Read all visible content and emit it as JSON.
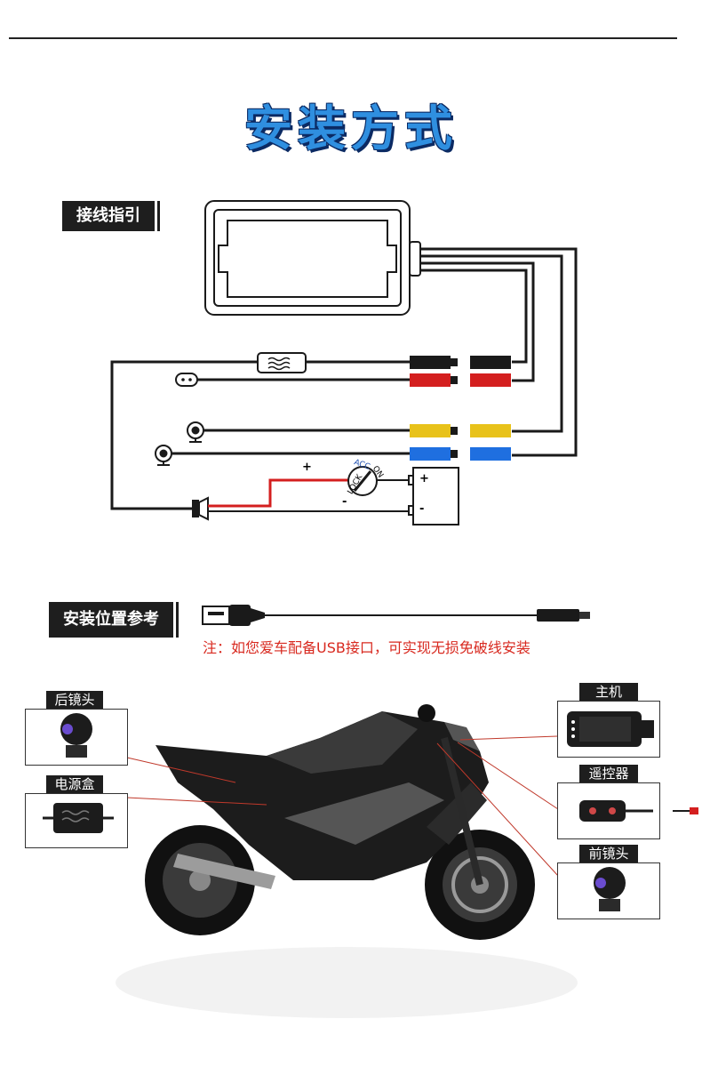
{
  "page_title": "安装方式",
  "wiring": {
    "tag": "接线指引",
    "battery_plus": "+",
    "battery_minus": "-",
    "wire_plus": "+",
    "wire_minus": "-",
    "ignition_labels": [
      "ACC",
      "ON",
      "LOCK"
    ]
  },
  "install": {
    "tag": "安装位置参考",
    "note": "注：如您爱车配备USB接口，可实现无损免破线安装"
  },
  "parts": {
    "rear_camera": "后镜头",
    "power_box": "电源盒",
    "main_unit": "主机",
    "remote": "遥控器",
    "front_camera": "前镜头"
  },
  "colors": {
    "title_fill": "#2f8fe0",
    "title_outline": "#0b2a63",
    "wire_black": "#1a1a1a",
    "wire_red": "#d41f1f",
    "wire_yellow": "#e8c21a",
    "wire_blue": "#1f6fe0",
    "note_red": "#d8291f"
  },
  "icons": [
    "noise-filter-icon",
    "power-connector-icon",
    "camera-icon",
    "battery-icon",
    "ignition-switch-icon",
    "ground-terminal-icon",
    "usb-plug-icon",
    "motorcycle-icon"
  ]
}
